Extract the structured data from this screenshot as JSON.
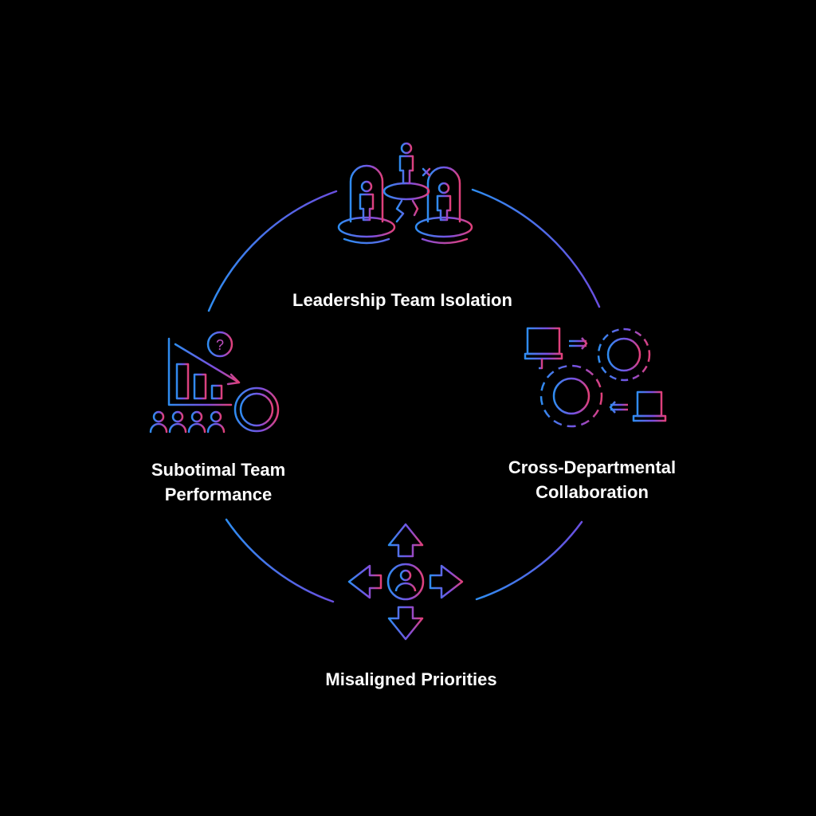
{
  "title": "Leadership Team Isolation Cycle",
  "colors": {
    "blue": "#2f8cf0",
    "purple": "#7a4fe0",
    "pink": "#e0407a",
    "background": "#000000"
  },
  "nodes": [
    {
      "id": "leadership",
      "label": "Leadership Team Isolation",
      "icon": "isolated-leaders-icon"
    },
    {
      "id": "collaboration",
      "label_line1": "Cross-Departmental",
      "label_line2": "Collaboration",
      "icon": "gears-buildings-icon"
    },
    {
      "id": "priorities",
      "label": "Misaligned Priorities",
      "icon": "divergent-arrows-icon"
    },
    {
      "id": "performance",
      "label_line1": "Subotimal Team",
      "label_line2": "Performance",
      "icon": "declining-chart-stopwatch-icon"
    }
  ]
}
